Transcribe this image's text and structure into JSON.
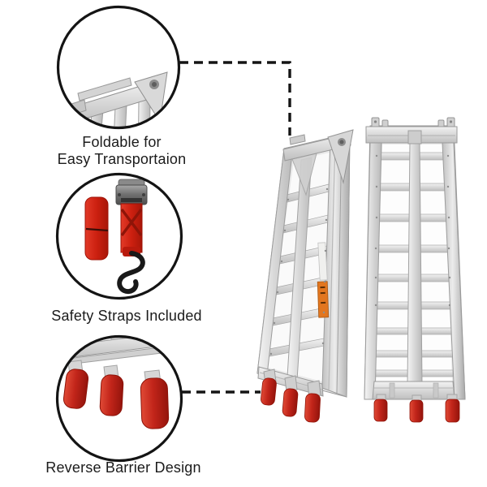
{
  "page": {
    "background": "#ffffff"
  },
  "colors": {
    "outline_black": "#141414",
    "accent_red": "#c2251a",
    "aluminum_light": "#ececec",
    "aluminum_shadow": "#9a9a9a",
    "warning_label_orange": "#e2761f"
  },
  "callouts": [
    {
      "id": "foldable",
      "icon": "hinge-closeup-icon",
      "lines": [
        "Foldable for",
        "Easy Transportaion"
      ]
    },
    {
      "id": "safety-straps",
      "icon": "tie-down-strap-icon",
      "lines": [
        "Safety Straps Included"
      ]
    },
    {
      "id": "reverse-barrier",
      "icon": "barrier-tips-icon",
      "lines": [
        "Reverse Barrier Design"
      ]
    }
  ],
  "figures": [
    {
      "id": "folded-ramp",
      "icon": "folded-aluminum-ramp-icon"
    },
    {
      "id": "unfolded-ramp",
      "icon": "unfolded-aluminum-ramp-icon"
    }
  ]
}
